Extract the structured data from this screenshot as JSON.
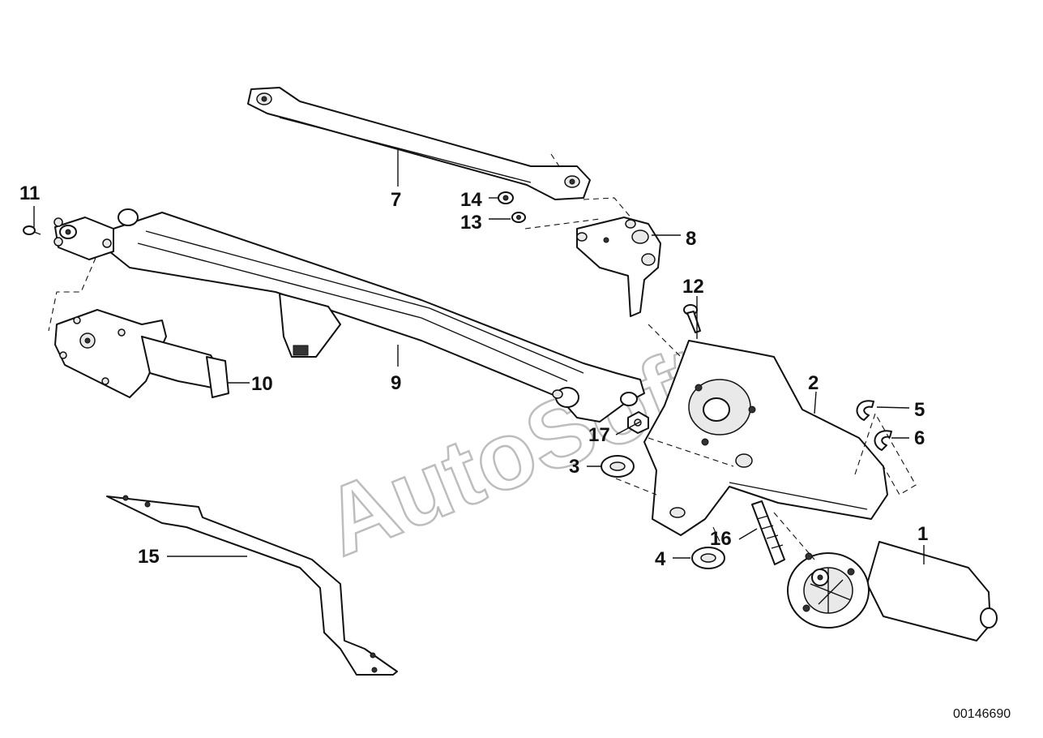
{
  "watermark": "AutoSoft",
  "diagram_code": "00146690",
  "callouts": [
    {
      "id": "c1",
      "label": "1"
    },
    {
      "id": "c2",
      "label": "2"
    },
    {
      "id": "c3",
      "label": "3"
    },
    {
      "id": "c4",
      "label": "4"
    },
    {
      "id": "c5",
      "label": "5"
    },
    {
      "id": "c6",
      "label": "6"
    },
    {
      "id": "c7",
      "label": "7"
    },
    {
      "id": "c8",
      "label": "8"
    },
    {
      "id": "c9",
      "label": "9"
    },
    {
      "id": "c10",
      "label": "10"
    },
    {
      "id": "c11",
      "label": "11"
    },
    {
      "id": "c12",
      "label": "12"
    },
    {
      "id": "c13",
      "label": "13"
    },
    {
      "id": "c14",
      "label": "14"
    },
    {
      "id": "c15",
      "label": "15"
    },
    {
      "id": "c16",
      "label": "16"
    },
    {
      "id": "c17",
      "label": "17"
    }
  ]
}
